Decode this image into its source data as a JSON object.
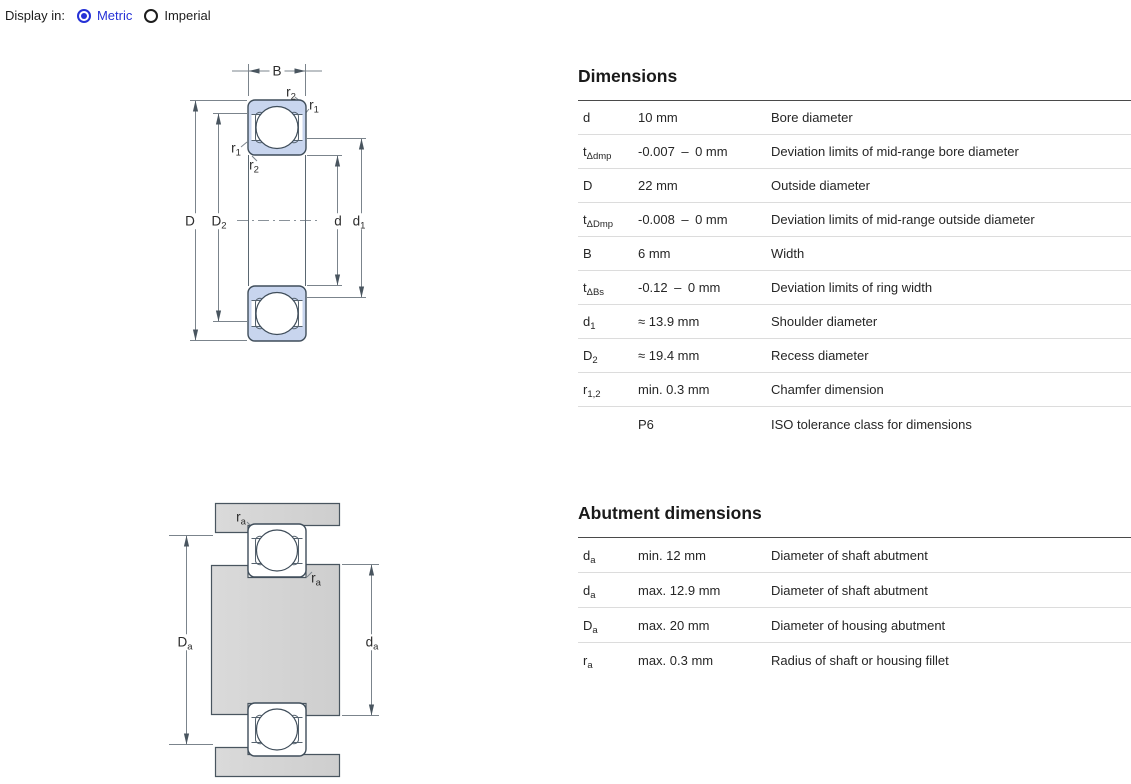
{
  "display_in": {
    "label": "Display in:",
    "options": [
      {
        "label": "Metric",
        "selected": true
      },
      {
        "label": "Imperial",
        "selected": false
      }
    ]
  },
  "colors": {
    "accent_blue": "#2531d6",
    "bearing_fill": "#c8d5ee",
    "diagram_outline": "#3f4d5a",
    "metal_fill": "#d6d6d6",
    "dimension_line": "#7b848c",
    "heading_text": "#1a1a1a",
    "body_text": "#262626",
    "table_top_border": "#4a4a4a",
    "row_divider": "#dcdcdc"
  },
  "diagram1": {
    "labels": {
      "B": {
        "base": "B",
        "sub": ""
      },
      "r2_top": {
        "base": "r",
        "sub": "2"
      },
      "r1_top": {
        "base": "r",
        "sub": "1"
      },
      "r1_left": {
        "base": "r",
        "sub": "1"
      },
      "r2_left": {
        "base": "r",
        "sub": "2"
      },
      "D": {
        "base": "D",
        "sub": ""
      },
      "D2": {
        "base": "D",
        "sub": "2"
      },
      "d": {
        "base": "d",
        "sub": ""
      },
      "d1": {
        "base": "d",
        "sub": "1"
      }
    }
  },
  "diagram2": {
    "labels": {
      "ra_top": {
        "base": "r",
        "sub": "a"
      },
      "ra_mid": {
        "base": "r",
        "sub": "a"
      },
      "Da": {
        "base": "D",
        "sub": "a"
      },
      "da": {
        "base": "d",
        "sub": "a"
      }
    }
  },
  "dims": {
    "title": "Dimensions",
    "rows": [
      {
        "l": {
          "b": "d",
          "s": ""
        },
        "v": "10 mm",
        "d": "Bore diameter"
      },
      {
        "l": {
          "b": "t",
          "s": "Δdmp"
        },
        "v": "-0.007 – 0 mm",
        "d": "Deviation limits of mid-range bore diameter"
      },
      {
        "l": {
          "b": "D",
          "s": ""
        },
        "v": "22 mm",
        "d": "Outside diameter"
      },
      {
        "l": {
          "b": "t",
          "s": "ΔDmp"
        },
        "v": "-0.008 – 0 mm",
        "d": "Deviation limits of mid-range outside diameter"
      },
      {
        "l": {
          "b": "B",
          "s": ""
        },
        "v": "6 mm",
        "d": "Width"
      },
      {
        "l": {
          "b": "t",
          "s": "ΔBs"
        },
        "v": "-0.12 – 0 mm",
        "d": "Deviation limits of ring width"
      },
      {
        "l": {
          "b": "d",
          "s": "1"
        },
        "v": "≈ 13.9 mm",
        "d": "Shoulder diameter"
      },
      {
        "l": {
          "b": "D",
          "s": "2"
        },
        "v": "≈ 19.4 mm",
        "d": "Recess diameter"
      },
      {
        "l": {
          "b": "r",
          "s": "1,2"
        },
        "v": "min. 0.3 mm",
        "d": "Chamfer dimension"
      },
      {
        "l": {
          "b": "",
          "s": ""
        },
        "v": "P6",
        "d": "ISO tolerance class for dimensions"
      }
    ]
  },
  "abut": {
    "title": "Abutment dimensions",
    "rows": [
      {
        "l": {
          "b": "d",
          "s": "a"
        },
        "v": "min. 12 mm",
        "d": "Diameter of shaft abutment"
      },
      {
        "l": {
          "b": "d",
          "s": "a"
        },
        "v": "max. 12.9 mm",
        "d": "Diameter of shaft abutment"
      },
      {
        "l": {
          "b": "D",
          "s": "a"
        },
        "v": "max. 20 mm",
        "d": "Diameter of housing abutment"
      },
      {
        "l": {
          "b": "r",
          "s": "a"
        },
        "v": "max. 0.3 mm",
        "d": "Radius of shaft or housing fillet"
      }
    ]
  }
}
